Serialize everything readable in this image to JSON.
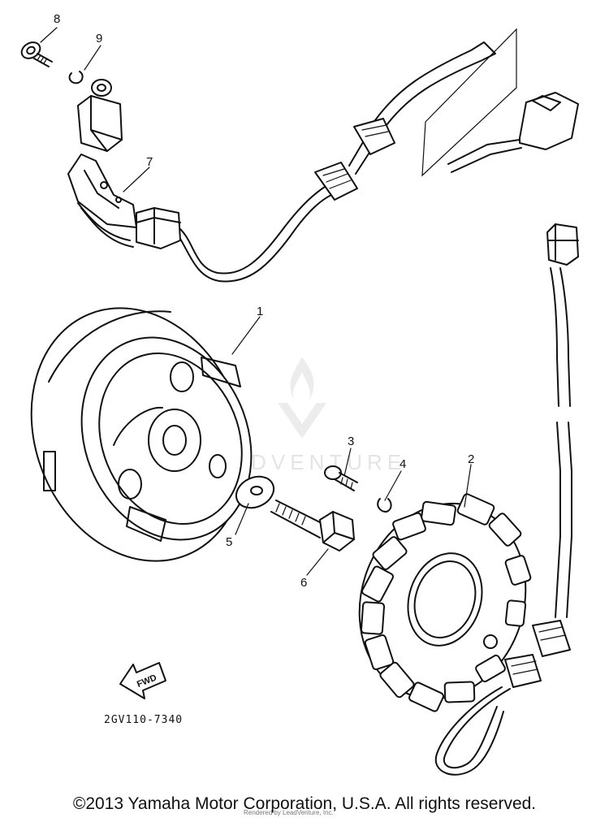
{
  "diagram": {
    "callouts": [
      {
        "id": "1",
        "label": "1"
      },
      {
        "id": "2",
        "label": "2"
      },
      {
        "id": "3",
        "label": "3"
      },
      {
        "id": "4",
        "label": "4"
      },
      {
        "id": "5",
        "label": "5"
      },
      {
        "id": "6",
        "label": "6"
      },
      {
        "id": "7",
        "label": "7"
      },
      {
        "id": "8",
        "label": "8"
      },
      {
        "id": "9",
        "label": "9"
      }
    ],
    "fwd_label": "FWD",
    "part_code": "2GV110-7340",
    "watermark_text": "LEADVENTURE"
  },
  "footer": {
    "copyright": "©2013 Yamaha Motor Corporation, U.S.A. All rights reserved.",
    "rendered_by": "Rendered by LeadVenture, Inc."
  }
}
